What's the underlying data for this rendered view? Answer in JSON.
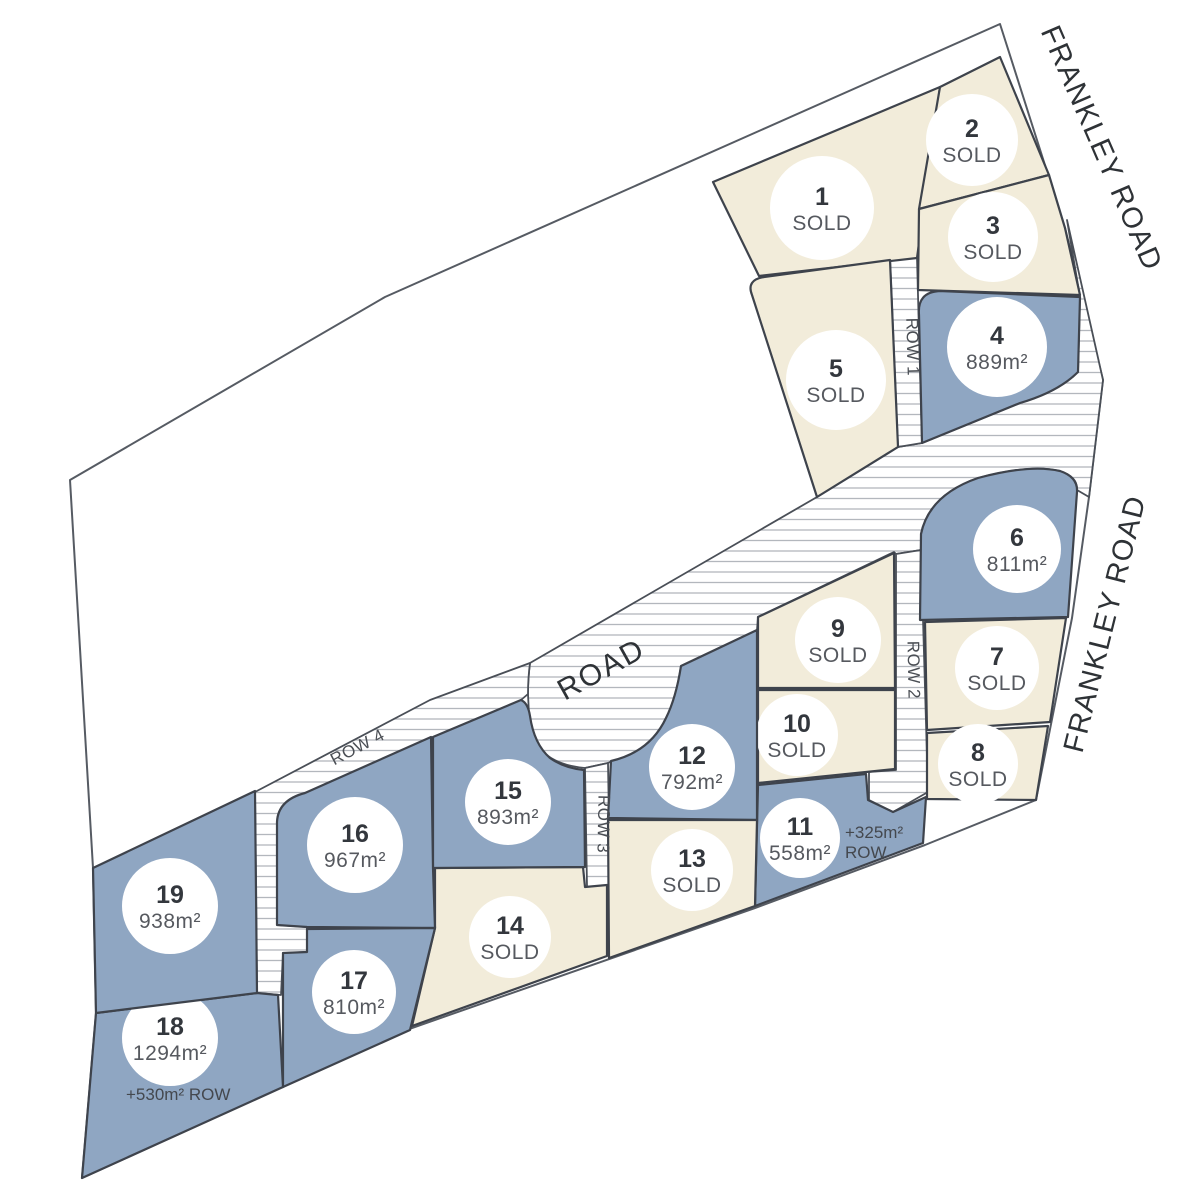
{
  "map": {
    "colors": {
      "sold_lot": "#f2ecda",
      "available_lot": "#8fa6c2",
      "circle": "#ffffff",
      "hatch_line": "#b3b7bd"
    },
    "road_labels": {
      "frankley_top": "FRANKLEY ROAD",
      "frankley_right": "FRANKLEY ROAD",
      "road": "ROAD",
      "row1": "ROW 1",
      "row2": "ROW 2",
      "row3": "ROW 3",
      "row4": "ROW 4"
    },
    "lots": [
      {
        "number": "1",
        "label": "SOLD",
        "status": "sold"
      },
      {
        "number": "2",
        "label": "SOLD",
        "status": "sold"
      },
      {
        "number": "3",
        "label": "SOLD",
        "status": "sold"
      },
      {
        "number": "4",
        "label": "889m²",
        "status": "available"
      },
      {
        "number": "5",
        "label": "SOLD",
        "status": "sold"
      },
      {
        "number": "6",
        "label": "811m²",
        "status": "available"
      },
      {
        "number": "7",
        "label": "SOLD",
        "status": "sold"
      },
      {
        "number": "8",
        "label": "SOLD",
        "status": "sold"
      },
      {
        "number": "9",
        "label": "SOLD",
        "status": "sold"
      },
      {
        "number": "10",
        "label": "SOLD",
        "status": "sold"
      },
      {
        "number": "11",
        "label": "558m²",
        "status": "available",
        "note_lines": [
          "+325m²",
          "ROW"
        ]
      },
      {
        "number": "12",
        "label": "792m²",
        "status": "available"
      },
      {
        "number": "13",
        "label": "SOLD",
        "status": "sold"
      },
      {
        "number": "14",
        "label": "SOLD",
        "status": "sold"
      },
      {
        "number": "15",
        "label": "893m²",
        "status": "available"
      },
      {
        "number": "16",
        "label": "967m²",
        "status": "available"
      },
      {
        "number": "17",
        "label": "810m²",
        "status": "available"
      },
      {
        "number": "18",
        "label": "1294m²",
        "status": "available",
        "note_lines": [
          "+530m² ROW"
        ]
      },
      {
        "number": "19",
        "label": "938m²",
        "status": "available"
      }
    ]
  }
}
